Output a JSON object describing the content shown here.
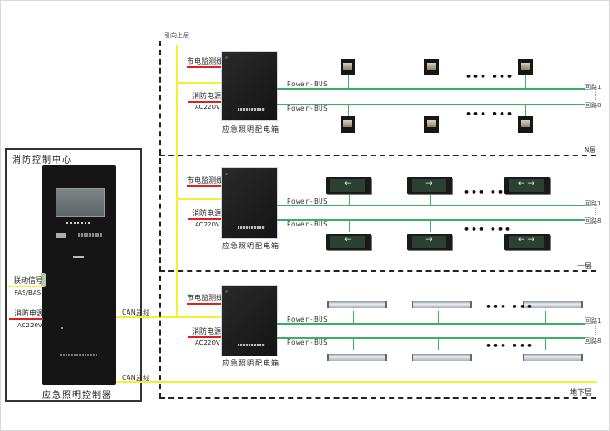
{
  "control_center": {
    "title": "消防控制中心",
    "controller_label": "应急照明控制器",
    "linkage_signal": "联动信号",
    "fas_bas": "FAS/BAS",
    "fire_power": "消防电源",
    "ac": "AC220V"
  },
  "bus": {
    "can_label_1": "CAN总线",
    "can_label_2": "CAN总线",
    "to_upper": "引向上层"
  },
  "floors": [
    {
      "name": "N层",
      "box_label": "应急照明配电箱",
      "mains_monitor": "市电监测线",
      "fire_power": "消防电源",
      "ac": "AC220V",
      "bus_top": "Power-BUS",
      "bus_bottom": "Power-BUS",
      "loop_first": "回路1",
      "loop_last": "回路8",
      "fixture": "spotlight",
      "ellipsis": "••• •••"
    },
    {
      "name": "一层",
      "box_label": "应急照明配电箱",
      "mains_monitor": "市电监测线",
      "fire_power": "消防电源",
      "ac": "AC220V",
      "bus_top": "Power-BUS",
      "bus_bottom": "Power-BUS",
      "loop_first": "回路1",
      "loop_last": "回路8",
      "fixture": "exit-sign",
      "ellipsis": "••• •••",
      "exit_signs": [
        "←",
        "→",
        "← →"
      ]
    },
    {
      "name": "地下层",
      "box_label": "应急照明配电箱",
      "mains_monitor": "市电监测线",
      "fire_power": "消防电源",
      "ac": "AC220V",
      "bus_top": "Power-BUS",
      "bus_bottom": "Power-BUS",
      "loop_first": "回路1",
      "loop_last": "回路8",
      "fixture": "tube-light",
      "ellipsis": "••• •••"
    }
  ],
  "colors": {
    "can_bus": "#f5ef33",
    "power_bus": "#3cb062",
    "power_line": "#e02020",
    "floor_divider": "#222222"
  }
}
